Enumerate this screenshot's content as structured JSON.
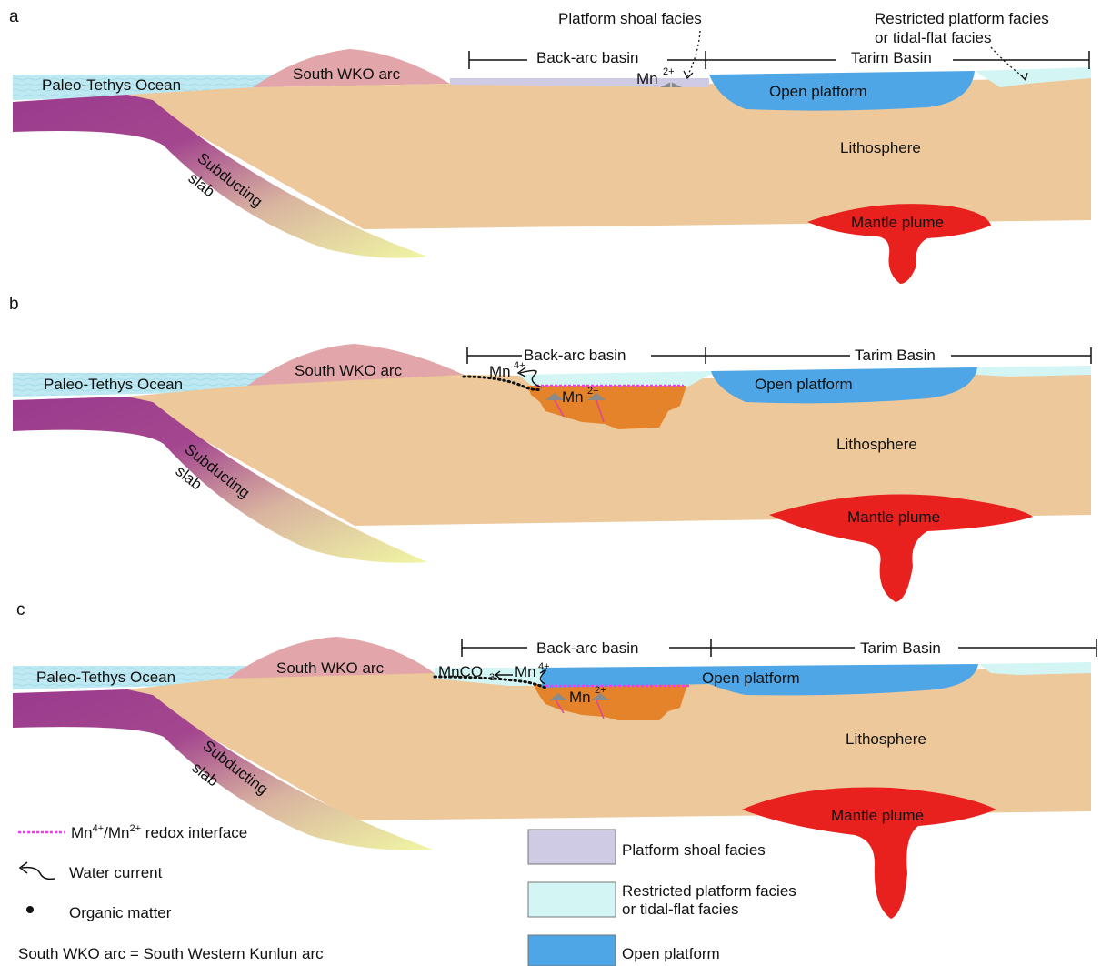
{
  "panels": [
    {
      "letter": "a",
      "back_arc_basin": "Back-arc basin",
      "tarim_basin": "Tarim Basin",
      "ocean": "Paleo-Tethys Ocean",
      "arc": "South WKO arc",
      "slab_line1": "Subducting",
      "slab_line2": "slab",
      "open_platform": "Open platform",
      "lithosphere": "Lithosphere",
      "mantle_plume": "Mantle plume",
      "callout_shoal": "Platform shoal facies",
      "callout_restricted_line1": "Restricted platform facies",
      "callout_restricted_line2": "or tidal-flat facies",
      "mn_label": "Mn",
      "mn_sup": "2+"
    },
    {
      "letter": "b",
      "back_arc_basin": "Back-arc basin",
      "tarim_basin": "Tarim Basin",
      "ocean": "Paleo-Tethys Ocean",
      "arc": "South WKO arc",
      "slab_line1": "Subducting",
      "slab_line2": "slab",
      "open_platform": "Open platform",
      "lithosphere": "Lithosphere",
      "mantle_plume": "Mantle plume",
      "mn4_label": "Mn",
      "mn4_sup": "4+",
      "mn2_label": "Mn",
      "mn2_sup": "2+"
    },
    {
      "letter": "c",
      "back_arc_basin": "Back-arc basin",
      "tarim_basin": "Tarim Basin",
      "ocean": "Paleo-Tethys Ocean",
      "arc": "South WKO arc",
      "slab_line1": "Subducting",
      "slab_line2": "slab",
      "open_platform": "Open platform",
      "lithosphere": "Lithosphere",
      "mantle_plume": "Mantle plume",
      "mnco3_label": "MnCO",
      "mnco3_sub": "3",
      "mn4_label": "Mn",
      "mn4_sup": "4+",
      "mn2_label": "Mn",
      "mn2_sup": "2+"
    }
  ],
  "legend": {
    "redox_mn4": "Mn",
    "redox_sup4": "4+",
    "redox_mn2": "/Mn",
    "redox_sup2": "2+",
    "redox_text": " redox interface",
    "water_current": "Water current",
    "organic_matter": "Organic matter",
    "abbrev": "South WKO arc = South Western Kunlun arc",
    "shoal": "Platform shoal facies",
    "restricted_line1": "Restricted platform facies",
    "restricted_line2": "or tidal-flat facies",
    "open": "Open platform"
  },
  "colors": {
    "ocean": "#bfe9f2",
    "arc": "#e2a5a9",
    "lithosphere": "#edc89a",
    "slab_top": "#9b3a8d",
    "slab_bottom": "#f0f6a3",
    "open_platform": "#4ea6e6",
    "restricted": "#d3f6f4",
    "shoal": "#cfcbe4",
    "plume": "#e8211f",
    "basin_fill": "#e4832a",
    "redox": "#f03cf0"
  }
}
